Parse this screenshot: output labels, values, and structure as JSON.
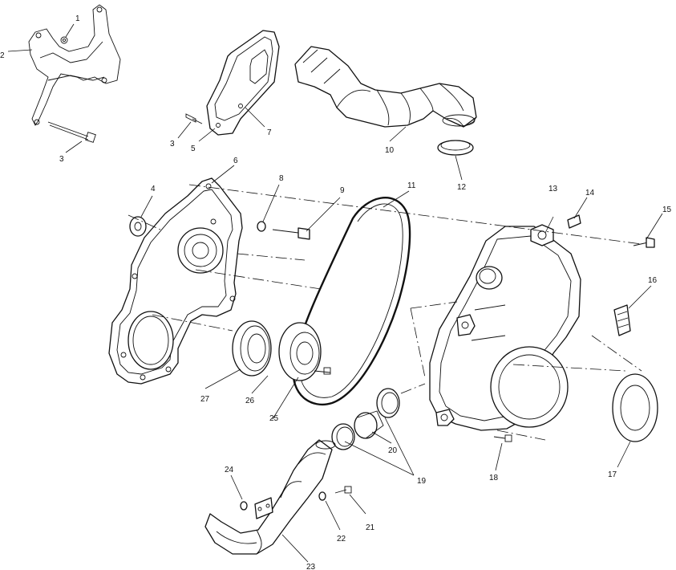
{
  "diagram": {
    "callouts": [
      "1",
      "2",
      "3",
      "3",
      "4",
      "5",
      "6",
      "7",
      "8",
      "9",
      "10",
      "11",
      "12",
      "13",
      "14",
      "15",
      "16",
      "17",
      "18",
      "19",
      "20",
      "21",
      "22",
      "23",
      "24",
      "25",
      "26",
      "27"
    ]
  }
}
